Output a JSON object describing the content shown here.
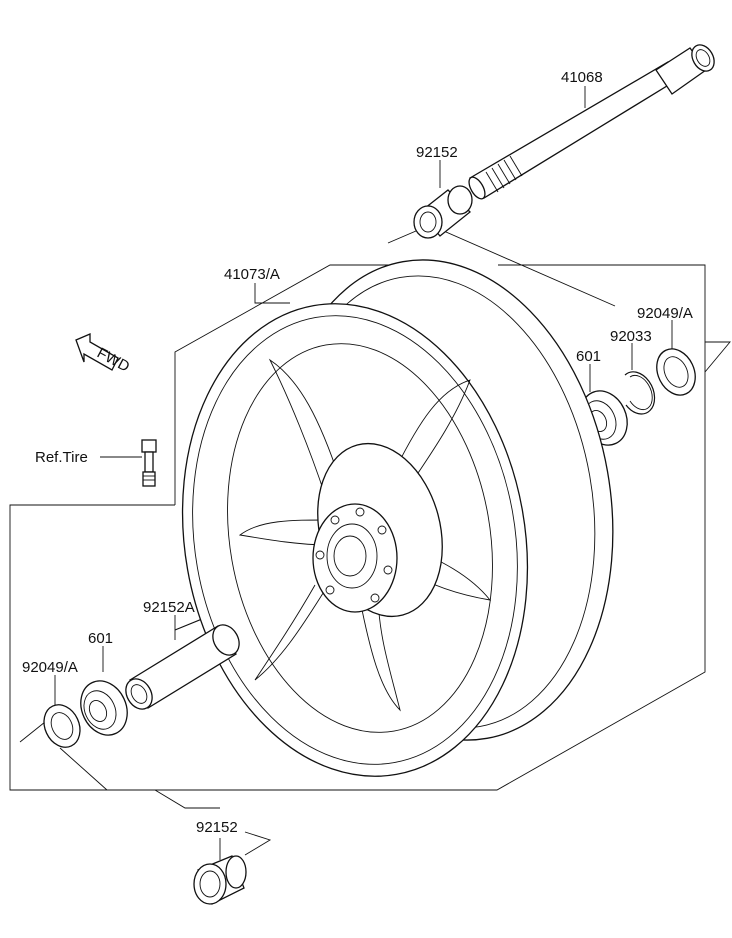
{
  "labels": {
    "axle": "41068",
    "collar_right": "92152",
    "wheel": "41073/A",
    "seal_right": "92049/A",
    "circlip": "92033",
    "bearing_right": "601",
    "valve": "Ref.Tire",
    "spacer": "92152A",
    "bearing_left": "601",
    "seal_left": "92049/A",
    "collar_left": "92152"
  },
  "fwd_arrow_text": "FWD",
  "colors": {
    "line": "#111111",
    "background": "#ffffff"
  }
}
